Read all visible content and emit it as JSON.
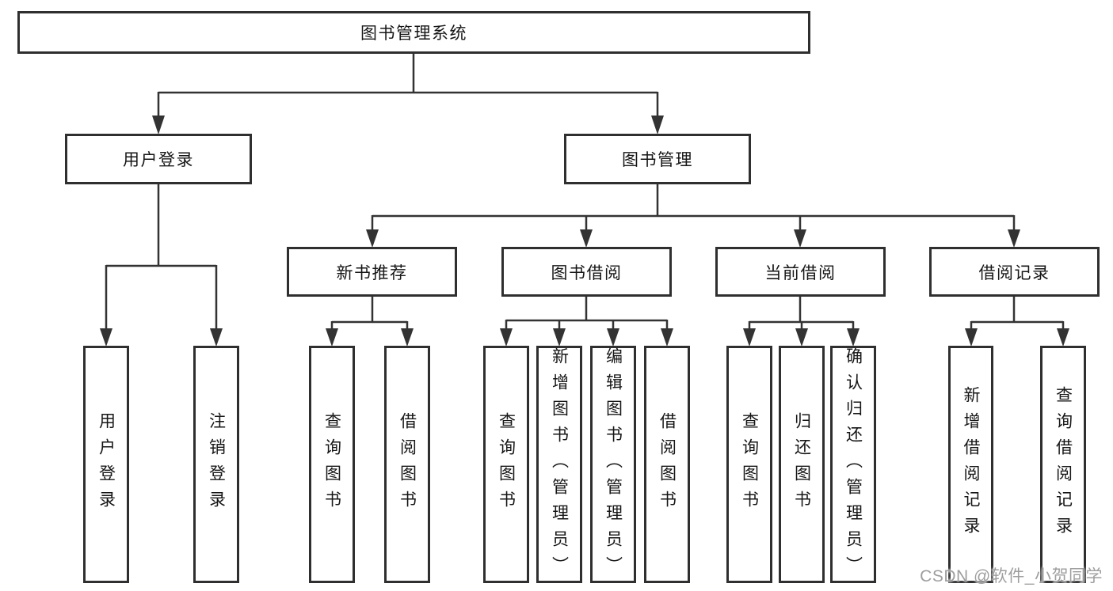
{
  "tree": {
    "root": {
      "label": "图书管理系统"
    },
    "level2": [
      {
        "label": "用户登录",
        "children": [
          {
            "label": "用户登录"
          },
          {
            "label": "注销登录"
          }
        ]
      },
      {
        "label": "图书管理",
        "children": [
          {
            "label": "新书推荐",
            "children": [
              {
                "label": "查询图书"
              },
              {
                "label": "借阅图书"
              }
            ]
          },
          {
            "label": "图书借阅",
            "children": [
              {
                "label": "查询图书"
              },
              {
                "label": "新增图书（管理员）"
              },
              {
                "label": "编辑图书（管理员）"
              },
              {
                "label": "借阅图书"
              }
            ]
          },
          {
            "label": "当前借阅",
            "children": [
              {
                "label": "查询图书"
              },
              {
                "label": "归还图书"
              },
              {
                "label": "确认归还（管理员）"
              }
            ]
          },
          {
            "label": "借阅记录",
            "children": [
              {
                "label": "新增借阅记录"
              },
              {
                "label": "查询借阅记录"
              }
            ]
          }
        ]
      }
    ]
  },
  "watermark": {
    "text": "CSDN @软件_小贺同学"
  },
  "colors": {
    "line": "#333333",
    "box_border": "#2f2f2f",
    "text": "#161616",
    "background": "#ffffff",
    "watermark": "#9e9e9e"
  }
}
